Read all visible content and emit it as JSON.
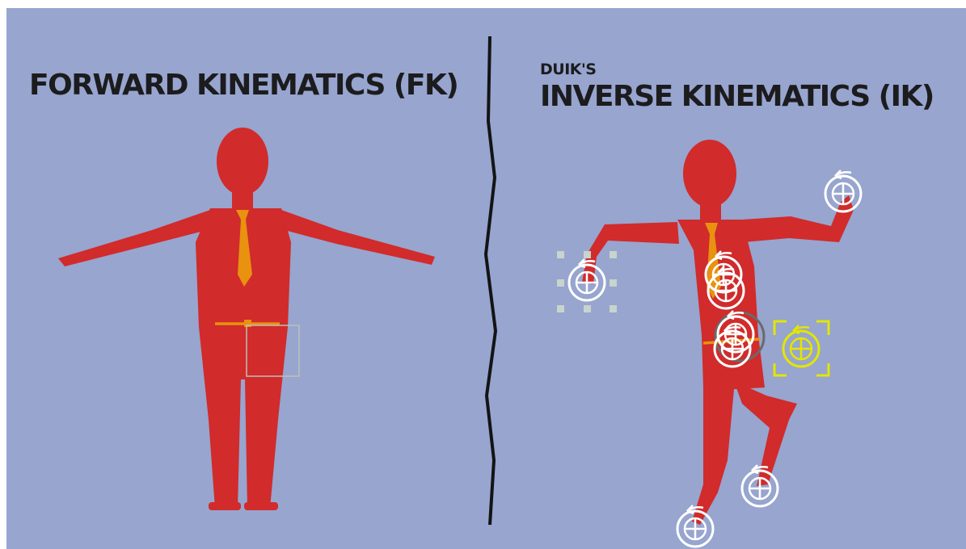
{
  "left_panel": {
    "title": "FORWARD KINEMATICS (FK)"
  },
  "right_panel": {
    "title_prefix": "DUIK'S",
    "title": "INVERSE KINEMATICS (IK)"
  },
  "colors": {
    "background": "#97a5cf",
    "figure": "#d12b2b",
    "tie": "#e8920f",
    "divider": "#141414",
    "controller": "#ffffff",
    "selected_controller": "#e2e600",
    "handle_squares": "#c8d4cc"
  },
  "icons": [
    "ik-controller-icon",
    "rotate-arrow-icon",
    "move-crosshair-icon",
    "selection-handles-icon"
  ]
}
